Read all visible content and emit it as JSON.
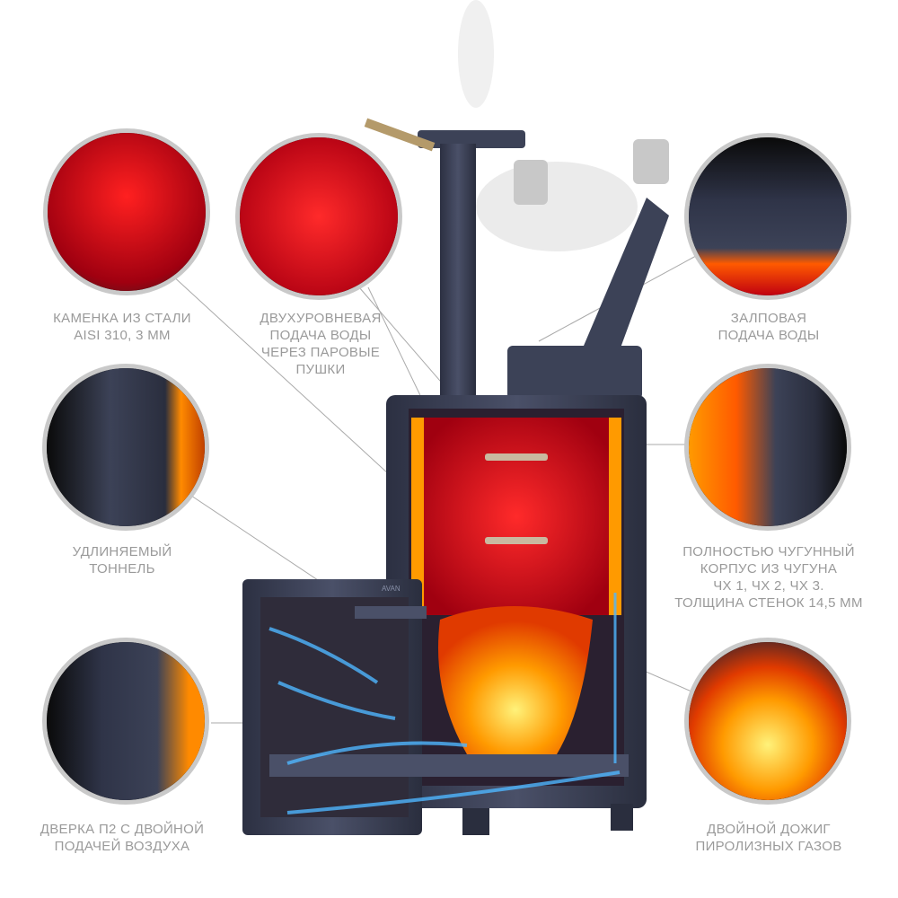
{
  "labels": {
    "stone_box": [
      "КАМЕНКА ИЗ СТАЛИ",
      "AISI 310, 3 ММ"
    ],
    "water_supply": [
      "ДВУХУРОВНЕВАЯ",
      "ПОДАЧА ВОДЫ",
      "ЧЕРЕЗ ПАРОВЫЕ",
      "ПУШКИ"
    ],
    "volley_supply": [
      "ЗАЛПОВАЯ",
      "ПОДАЧА ВОДЫ"
    ],
    "tunnel": [
      "УДЛИНЯЕМЫЙ",
      "ТОННЕЛЬ"
    ],
    "body": [
      "ПОЛНОСТЬЮ ЧУГУННЫЙ",
      "КОРПУС ИЗ ЧУГУНА",
      "ЧХ 1, ЧХ 2, ЧХ 3.",
      "ТОЛЩИНА СТЕНОК 14,5 ММ"
    ],
    "door": [
      "ДВЕРКА П2 С ДВОЙНОЙ",
      "ПОДАЧЕЙ ВОЗДУХА"
    ],
    "afterburn": [
      "ДВОЙНОЙ ДОЖИГ",
      "ПИРОЛИЗНЫХ ГАЗОВ"
    ]
  },
  "brand": "AVAN",
  "colors": {
    "label": "#9a9a9a",
    "iron": "#3a3f52",
    "stones": "#d0141c",
    "flame": "#ff8a00",
    "air": "#4fb6ff"
  }
}
